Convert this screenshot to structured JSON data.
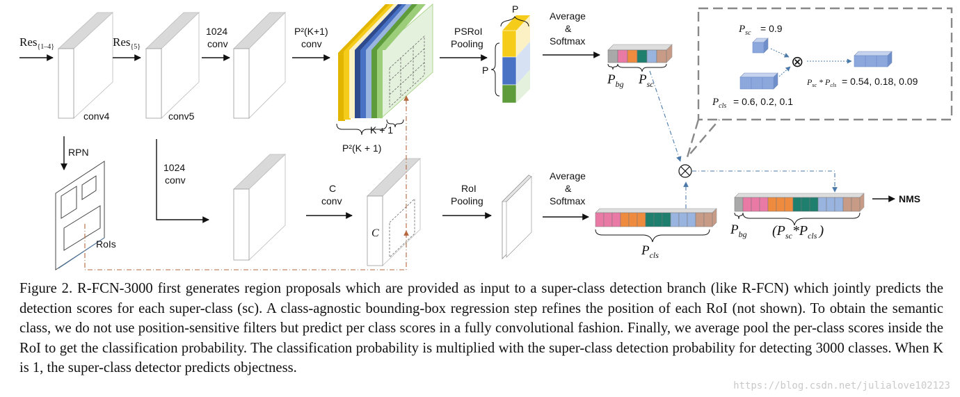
{
  "figure": {
    "labels": {
      "res14": "Res",
      "res14_sub": "{1–4}",
      "res5": "Res",
      "res5_sub": "{5}",
      "conv1024_top_a": "1024",
      "conv1024_top_b": "conv",
      "conv4": "conv4",
      "conv5": "conv5",
      "psconv_a": "P²(K+1)",
      "psconv_b": "conv",
      "brace_k1": "K + 1",
      "brace_p2k1": "P²(K + 1)",
      "psroi_a": "PSRoI",
      "psroi_b": "Pooling",
      "p_top": "P",
      "p_side": "P",
      "avg_top_a": "Average",
      "avg_top_b": "&",
      "avg_top_c": "Softmax",
      "pbg_top": "P",
      "pbg_top_sub": "bg",
      "psc": "P",
      "psc_sub": "sc",
      "rpn": "RPN",
      "rois": "RoIs",
      "conv1024_bot_a": "1024",
      "conv1024_bot_b": "conv",
      "cconv_a": "C",
      "cconv_b": "conv",
      "c_block": "C",
      "roipool_a": "RoI",
      "roipool_b": "Pooling",
      "avg_bot_a": "Average",
      "avg_bot_b": "&",
      "avg_bot_c": "Softmax",
      "pcls": "P",
      "pcls_sub": "cls",
      "pbg_bot": "P",
      "pbg_bot_sub": "bg",
      "combined_open": "(P",
      "combined_sub1": "sc",
      "combined_mid": "*P",
      "combined_sub2": "cls",
      "combined_close": ")",
      "nms": "NMS",
      "inset_psc": "P",
      "inset_psc_sub": "sc",
      "inset_psc_val": "= 0.9",
      "inset_pcls": "P",
      "inset_pcls_sub": "cls",
      "inset_pcls_val": "= 0.6, 0.2, 0.1",
      "inset_prod_a": "P",
      "inset_prod_a_sub": "sc",
      "inset_prod_mid": " * P",
      "inset_prod_b_sub": "cls",
      "inset_prod_val": "= 0.54, 0.18, 0.09",
      "otimes": "⊗"
    },
    "colors": {
      "gold": "#e2b500",
      "yellow": "#f5cc1a",
      "pale_yellow": "#fbf1c4",
      "navy": "#2e4a8c",
      "blue": "#4a72c4",
      "light_blue": "#9ab4e0",
      "pale_blue": "#d6e2f4",
      "green": "#5e9c3b",
      "light_green": "#9ccd78",
      "pale_green": "#e4f1dc",
      "gray": "#a9a9a9",
      "pink": "#e87aa5",
      "orange": "#ee8b3e",
      "teal": "#1e7f6f",
      "tan": "#c79b86",
      "dashdot": "#b5673d",
      "link_blue": "#4a78a8"
    }
  },
  "caption": "Figure 2. R-FCN-3000 first generates region proposals which are provided as input to a super-class detection branch (like R-FCN) which jointly predicts the detection scores for each super-class (sc). A class-agnostic bounding-box regression step refines the position of each RoI (not shown). To obtain the semantic class, we do not use position-sensitive filters but predict per class scores in a fully convolutional fashion. Finally, we average pool the per-class scores inside the RoI to get the classification probability. The classification probability is multiplied with the super-class detection probability for detecting 3000 classes. When K is 1, the super-class detector predicts objectness.",
  "watermark": "https://blog.csdn.net/julialove102123"
}
